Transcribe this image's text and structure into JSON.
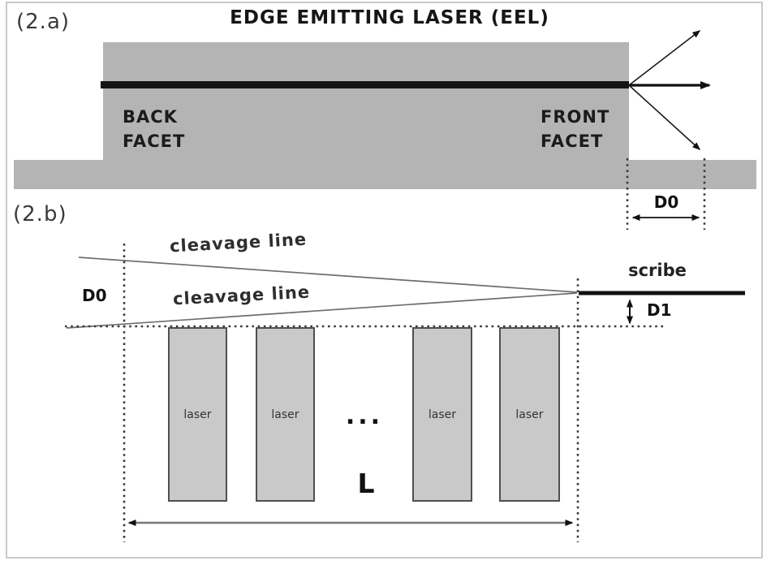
{
  "colors": {
    "substrate_gray": "#b4b4b4",
    "laser_block_gray": "#c9c9c9",
    "laser_block_border": "#4f4f4f",
    "waveguide_black": "#141414",
    "cleavage_line_gray": "#6e6e6e",
    "scribe_black": "#111111",
    "frame_border_gray": "#c9c9c9"
  },
  "panel_a": {
    "label": "(2.a)",
    "title": "EDGE EMITTING LASER (EEL)",
    "back_facet_label": "BACK\nFACET",
    "front_facet_label": "FRONT\nFACET",
    "d0_label": "D0"
  },
  "panel_b": {
    "label": "(2.b)",
    "upper_cleavage_label": "cleavage line",
    "lower_cleavage_label": "cleavage line",
    "d0_label": "D0",
    "scribe_label": "scribe",
    "d1_label": "D1",
    "ellipsis": "...",
    "length_label": "L",
    "laser_blocks": [
      "laser",
      "laser",
      "laser",
      "laser"
    ]
  }
}
